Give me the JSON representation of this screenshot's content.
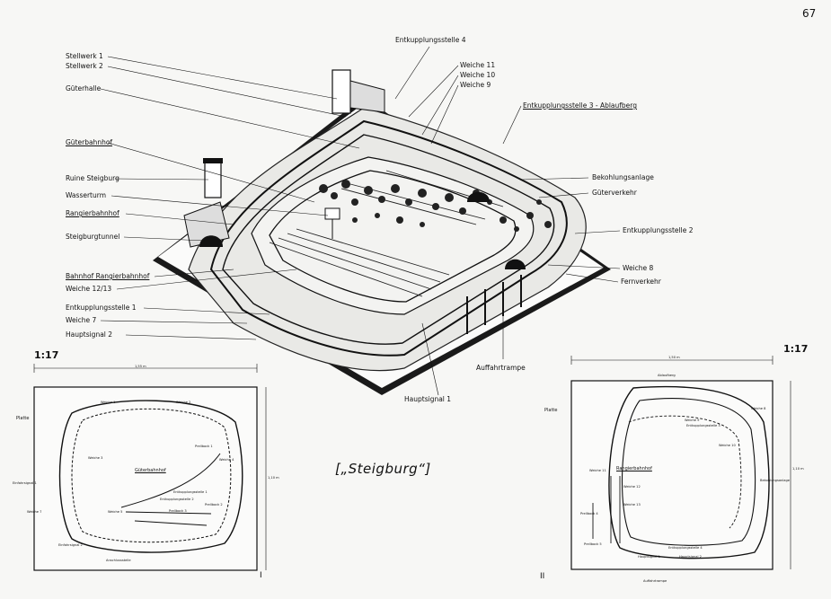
{
  "page_number": "67",
  "title": "[„Steigburg“]",
  "left_labels": [
    {
      "text": "Stellwerk 1",
      "underline": false
    },
    {
      "text": "Stellwerk 2",
      "underline": false
    },
    {
      "text": "Güterhalle",
      "underline": false
    },
    {
      "text": "Güterbahnhof",
      "underline": true
    },
    {
      "text": "Ruine Steigburg",
      "underline": false
    },
    {
      "text": "Wasserturm",
      "underline": false
    },
    {
      "text": "Rangierbahnhof",
      "underline": true
    },
    {
      "text": "Steigburgtunnel",
      "underline": false
    },
    {
      "text": "Bahnhof Rangierbahnhof",
      "underline": true
    },
    {
      "text": "Weiche 12/13",
      "underline": false
    },
    {
      "text": "Entkupplungsstelle 1",
      "underline": false
    },
    {
      "text": "Weiche 7",
      "underline": false
    },
    {
      "text": "Hauptsignal 2",
      "underline": false
    }
  ],
  "top_labels": [
    {
      "text": "Entkupplungsstelle 4",
      "underline": false
    },
    {
      "text": "Weiche 11",
      "underline": false
    },
    {
      "text": "Weiche 10",
      "underline": false
    },
    {
      "text": "Weiche 9",
      "underline": false
    },
    {
      "text": "Entkupplungsstelle 3 - Ablaufberg",
      "underline": true
    }
  ],
  "right_labels": [
    {
      "text": "Bekohlungsanlage",
      "underline": false
    },
    {
      "text": "Güterverkehr",
      "underline": false
    },
    {
      "text": "Entkupplungsstelle 2",
      "underline": false
    },
    {
      "text": "Weiche 8",
      "underline": false
    },
    {
      "text": "Fernverkehr",
      "underline": false
    }
  ],
  "bottom_labels": {
    "auffahrtrampe": "Auffahrtrampe",
    "hauptsignal1": "Hauptsignal 1"
  },
  "plan1": {
    "scale": "1:17",
    "numeral": "I",
    "width_dim": "1,55 m",
    "height_dim": "1,10 m",
    "platte": "Platte",
    "center_label": "Güterbahnhof",
    "labels": [
      "Weiche 1",
      "Weiche 2",
      "Weiche 3",
      "Weiche 4",
      "Weiche 5",
      "Prellbock 1",
      "Prellbock 2",
      "Prellbock 3",
      "Entkupplungsstelle 1",
      "Entkupplungsstelle 2",
      "Einfahrsignal 1",
      "Einfahrsignal 2",
      "Weiche 7",
      "Anschlussstelle"
    ]
  },
  "plan2": {
    "scale": "1:17",
    "numeral": "II",
    "width_dim": "1,50 m",
    "height_dim": "1,10 m",
    "platte": "Platte",
    "center_label": "Rangierbahnhof",
    "labels": [
      "Ablaufberg",
      "Weiche 8",
      "Weiche 9",
      "Weiche 10",
      "Weiche 11",
      "Weiche 12",
      "Weiche 13",
      "Entkupplungsstelle 3",
      "Entkupplungsstelle 4",
      "Hauptsignal 1",
      "Hauptsignal 2",
      "Prellbock 4",
      "Prellbock 5",
      "Bekohlungsanlage",
      "Auffahrtrampe"
    ]
  }
}
